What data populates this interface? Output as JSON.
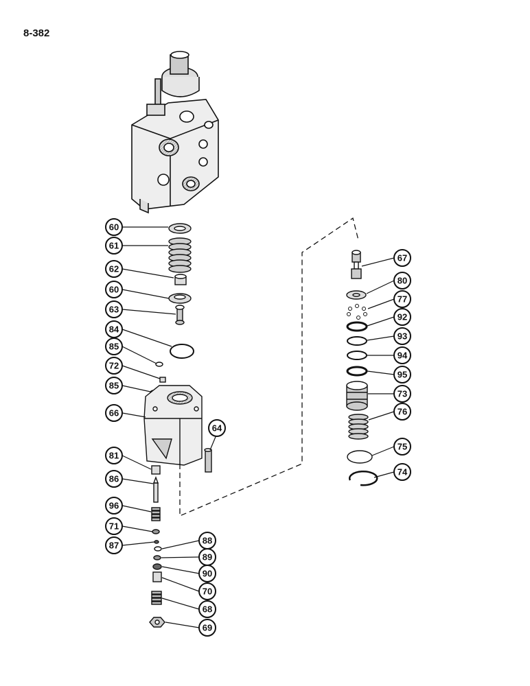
{
  "page": {
    "number": "8-382"
  },
  "callouts": [
    {
      "id": "c60a",
      "label": "60"
    },
    {
      "id": "c61",
      "label": "61"
    },
    {
      "id": "c62",
      "label": "62"
    },
    {
      "id": "c60b",
      "label": "60"
    },
    {
      "id": "c63",
      "label": "63"
    },
    {
      "id": "c84",
      "label": "84"
    },
    {
      "id": "c85a",
      "label": "85"
    },
    {
      "id": "c72",
      "label": "72"
    },
    {
      "id": "c85b",
      "label": "85"
    },
    {
      "id": "c66",
      "label": "66"
    },
    {
      "id": "c64",
      "label": "64"
    },
    {
      "id": "c81",
      "label": "81"
    },
    {
      "id": "c86",
      "label": "86"
    },
    {
      "id": "c96",
      "label": "96"
    },
    {
      "id": "c71",
      "label": "71"
    },
    {
      "id": "c87",
      "label": "87"
    },
    {
      "id": "c88",
      "label": "88"
    },
    {
      "id": "c89",
      "label": "89"
    },
    {
      "id": "c90",
      "label": "90"
    },
    {
      "id": "c70",
      "label": "70"
    },
    {
      "id": "c68",
      "label": "68"
    },
    {
      "id": "c69",
      "label": "69"
    },
    {
      "id": "c67",
      "label": "67"
    },
    {
      "id": "c80",
      "label": "80"
    },
    {
      "id": "c77",
      "label": "77"
    },
    {
      "id": "c92",
      "label": "92"
    },
    {
      "id": "c93",
      "label": "93"
    },
    {
      "id": "c94",
      "label": "94"
    },
    {
      "id": "c95",
      "label": "95"
    },
    {
      "id": "c73",
      "label": "73"
    },
    {
      "id": "c76",
      "label": "76"
    },
    {
      "id": "c75",
      "label": "75"
    },
    {
      "id": "c74",
      "label": "74"
    }
  ],
  "colors": {
    "ink": "#111111",
    "paper": "#ffffff",
    "shade": "#cfcfcf"
  }
}
